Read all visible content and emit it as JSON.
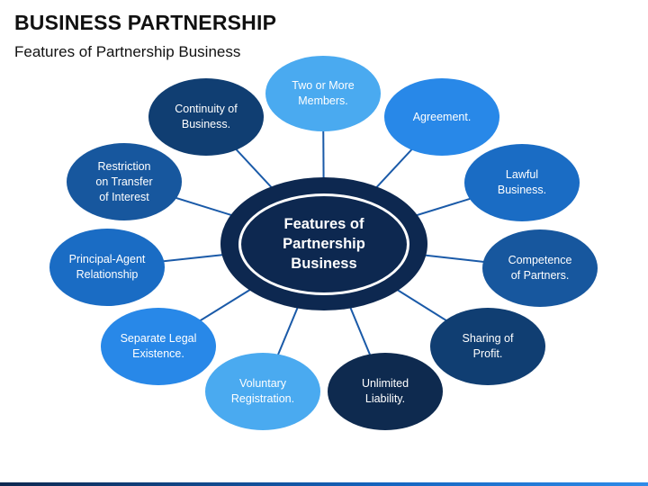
{
  "header": {
    "title": "BUSINESS PARTNERSHIP",
    "subtitle": "Features of Partnership Business"
  },
  "center": {
    "label": "Features of\nPartnership\nBusiness",
    "color": "#0d2850"
  },
  "features": [
    {
      "id": "two-or-more-members",
      "label": "Two or More\nMembers.",
      "color": "#4aaaf0"
    },
    {
      "id": "agreement",
      "label": "Agreement.",
      "color": "#2888e8"
    },
    {
      "id": "lawful-business",
      "label": "Lawful\nBusiness.",
      "color": "#1a6cc4"
    },
    {
      "id": "competence-of-partners",
      "label": "Competence\nof Partners.",
      "color": "#17579e"
    },
    {
      "id": "sharing-of-profit",
      "label": "Sharing of\nProfit.",
      "color": "#103e72"
    },
    {
      "id": "unlimited-liability",
      "label": "Unlimited\nLiability.",
      "color": "#0e2a4f"
    },
    {
      "id": "voluntary-registration",
      "label": "Voluntary\nRegistration.",
      "color": "#4aaaf0"
    },
    {
      "id": "separate-legal-existence",
      "label": "Separate Legal\nExistence.",
      "color": "#2888e8"
    },
    {
      "id": "principal-agent-relationship",
      "label": "Principal-Agent\nRelationship",
      "color": "#1a6cc4"
    },
    {
      "id": "restriction-on-transfer",
      "label": "Restriction\non Transfer\nof Interest",
      "color": "#17579e"
    },
    {
      "id": "continuity-of-business",
      "label": "Continuity of\nBusiness.",
      "color": "#103e72"
    }
  ],
  "connector_color": "#1a5aa8"
}
